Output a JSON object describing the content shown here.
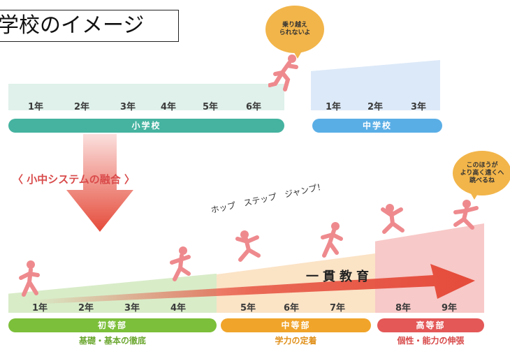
{
  "title": "学校のイメージ",
  "bubble_top": [
    "乗り越え",
    "られないよ"
  ],
  "bubble_right": [
    "このほうが",
    "より高く遠くへ",
    "跳べるね"
  ],
  "top_grades_elementary": [
    "1年",
    "2年",
    "3年",
    "4年",
    "5年",
    "6年"
  ],
  "top_grades_middle": [
    "1年",
    "2年",
    "3年"
  ],
  "bar_elementary": "小学校",
  "bar_middle": "中学校",
  "fusion_label": "〈 小中システムの融合 〉",
  "jump_words": "ホップ　ステップ　ジャンプ！",
  "consistent_label": "一貫教育",
  "bottom_grades": [
    "1年",
    "2年",
    "3年",
    "4年",
    "5年",
    "6年",
    "7年",
    "8年",
    "9年"
  ],
  "divisions": [
    {
      "name": "初等部",
      "subtitle": "基礎・基本の徹底",
      "color": "#7cbf3a",
      "text_color": "#6aa62e"
    },
    {
      "name": "中等部",
      "subtitle": "学力の定着",
      "color": "#f1a42a",
      "text_color": "#e0901a"
    },
    {
      "name": "高等部",
      "subtitle": "個性・能力の伸張",
      "color": "#e45858",
      "text_color": "#d84848"
    }
  ],
  "colors": {
    "runner": "#ee8a8e",
    "bar_elementary": "#45b3a0",
    "bar_middle": "#5aaee6",
    "arrow": "#e54b3a"
  }
}
